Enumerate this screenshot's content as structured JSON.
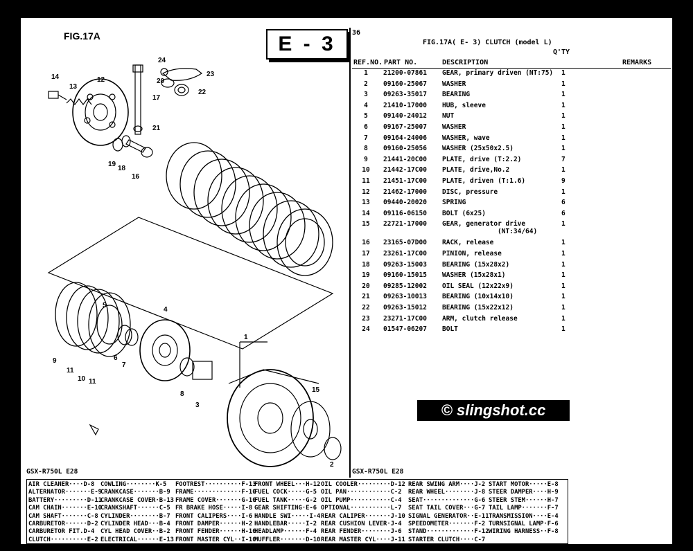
{
  "figure": {
    "title": "FIG.17A",
    "section": "E - 3",
    "page_number": "36",
    "model_label": "GSX-R750L E28"
  },
  "table": {
    "title": "FIG.17A( E- 3) CLUTCH (model L)",
    "qty_header": "Q'TY",
    "headers": {
      "ref": "REF.NO.",
      "part": "PART NO.",
      "desc": "DESCRIPTION",
      "remarks": "REMARKS"
    },
    "rows": [
      {
        "ref": "1",
        "part": "21200-07861",
        "desc": "GEAR, primary driven (NT:75)",
        "qty": "1"
      },
      {
        "ref": "2",
        "part": "09160-25067",
        "desc": "WASHER",
        "qty": "1"
      },
      {
        "ref": "3",
        "part": "09263-35017",
        "desc": "BEARING",
        "qty": "1"
      },
      {
        "ref": "4",
        "part": "21410-17000",
        "desc": "HUB, sleeve",
        "qty": "1"
      },
      {
        "ref": "5",
        "part": "09140-24012",
        "desc": "NUT",
        "qty": "1"
      },
      {
        "ref": "6",
        "part": "09167-25007",
        "desc": "WASHER",
        "qty": "1"
      },
      {
        "ref": "7",
        "part": "09164-24006",
        "desc": "WASHER, wave",
        "qty": "1"
      },
      {
        "ref": "8",
        "part": "09160-25056",
        "desc": "WASHER (25x50x2.5)",
        "qty": "1"
      },
      {
        "ref": "9",
        "part": "21441-20C00",
        "desc": "PLATE, drive (T:2.2)",
        "qty": "7"
      },
      {
        "ref": "10",
        "part": "21442-17C00",
        "desc": "PLATE, drive,No.2",
        "qty": "1"
      },
      {
        "ref": "11",
        "part": "21451-17C00",
        "desc": "PLATE, driven (T:1.6)",
        "qty": "9"
      },
      {
        "ref": "12",
        "part": "21462-17000",
        "desc": "DISC, pressure",
        "qty": "1"
      },
      {
        "ref": "13",
        "part": "09440-20020",
        "desc": "SPRING",
        "qty": "6"
      },
      {
        "ref": "14",
        "part": "09116-06150",
        "desc": "BOLT (6x25)",
        "qty": "6"
      },
      {
        "ref": "15",
        "part": "22721-17000",
        "desc": "GEAR, generator drive",
        "desc2": "(NT:34/64)",
        "qty": "1"
      },
      {
        "ref": "16",
        "part": "23165-07D00",
        "desc": "RACK, release",
        "qty": "1"
      },
      {
        "ref": "17",
        "part": "23261-17C00",
        "desc": "PINION, release",
        "qty": "1"
      },
      {
        "ref": "18",
        "part": "09263-15003",
        "desc": "BEARING (15x28x2)",
        "qty": "1"
      },
      {
        "ref": "19",
        "part": "09160-15015",
        "desc": "WASHER (15x28x1)",
        "qty": "1"
      },
      {
        "ref": "20",
        "part": "09285-12002",
        "desc": "OIL SEAL (12x22x9)",
        "qty": "1"
      },
      {
        "ref": "21",
        "part": "09263-10013",
        "desc": "BEARING (10x14x10)",
        "qty": "1"
      },
      {
        "ref": "22",
        "part": "09263-15012",
        "desc": "BEARING (15x22x12)",
        "qty": "1"
      },
      {
        "ref": "23",
        "part": "23271-17C00",
        "desc": "ARM, clutch release",
        "qty": "1"
      },
      {
        "ref": "24",
        "part": "01547-06207",
        "desc": "BOLT",
        "qty": "1"
      }
    ]
  },
  "watermark": "© slingshot.cc",
  "diagram_labels": {
    "l24": "24",
    "l23": "23",
    "l20": "20",
    "l22": "22",
    "l17": "17",
    "l21": "21",
    "l14": "14",
    "l13": "13",
    "l12": "12",
    "l19": "19",
    "l18": "18",
    "l16": "16",
    "l9": "9",
    "l11a": "11",
    "l10": "10",
    "l11b": "11",
    "l6": "6",
    "l7": "7",
    "l4": "4",
    "l5": "5",
    "l8": "8",
    "l3": "3",
    "l1": "1",
    "l15": "15",
    "l2": "2"
  },
  "index": [
    [
      "AIR CLEANER····D-8",
      "ALTERNATOR·······E-9",
      "BATTERY·········D-11",
      "CAM CHAIN·······E-10",
      "CAM SHAFT·······C-8",
      "CARBURETOR······D-2",
      "CARBURETOR FIT.D-4",
      "CLUTCH··········E-2"
    ],
    [
      "COWLING········K-5",
      "CRANKCASE·······B-9",
      "CRANKCASE COVER·B-13",
      "CRANKSHAFT······C-5",
      "CYLINDER········B-7",
      "CYLINDER HEAD···B-4",
      "CYL HEAD COVER··B-2",
      "ELECTRICAL······E-13"
    ],
    [
      "FOOTREST··········F-13",
      "FRAME·············F-10",
      "FRAME COVER·······G-10",
      "FR BRAKE HOSE·····I-8",
      "FRONT CALIPERS····I-6",
      "FRONT DAMPER······H-2",
      "FRONT FENDER······H-10",
      "FRONT MASTER CYL··I-10"
    ],
    [
      "FRONT WHEEL···H-12",
      "FUEL COCK·····G-5",
      "FUEL TANK·····G-2",
      "GEAR SHIFTING·E-6",
      "HANDLE SWI·····I-4",
      "HANDLEBAR·····I-2",
      "HEADLAMP······F-4",
      "MUFFLER·······D-10"
    ],
    [
      "OIL COOLER·········D-12",
      "OIL PAN············C-2",
      "OIL PUMP···········C-4",
      "OPTIONAL···········L-7",
      "REAR CALIPER·······J-10",
      "REAR CUSHION LEVER·J-4",
      "REAR FENDER········J-6",
      "REAR MASTER CYL····J-11"
    ],
    [
      "REAR SWING ARM····J-2",
      "REAR WHEEL········J-8",
      "SEAT··············G-6",
      "SEAT TAIL COVER···G-7",
      "SIGNAL GENERATOR··E-11",
      "SPEEDOMETER·······F-2",
      "STAND·············F-12",
      "STARTER CLUTCH····C-7"
    ],
    [
      "START MOTOR·····E-8",
      "STEER DAMPER····H-9",
      "STEER STEM······H-7",
      "TAIL LAMP·······F-7",
      "TRANSMISSION····E-4",
      "TURNSIGNAL LAMP·F-6",
      "WIRING HARNESS··F-8"
    ]
  ]
}
